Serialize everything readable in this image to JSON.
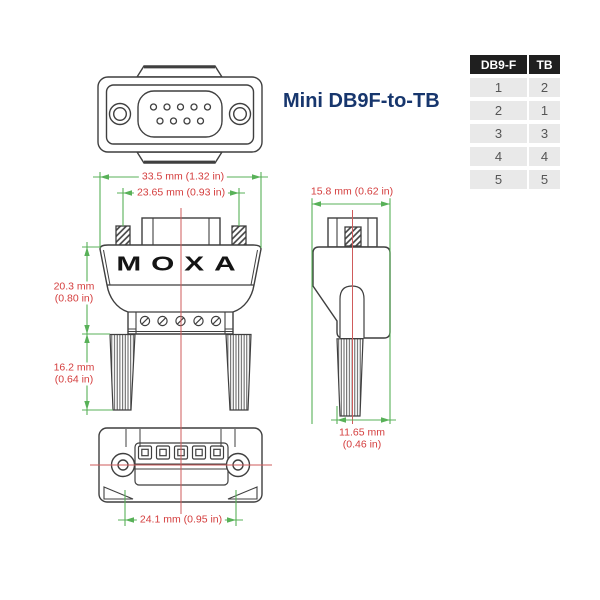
{
  "title": "Mini DB9F-to-TB",
  "logo": "MOXA",
  "pin_table": {
    "headers": [
      "DB9-F",
      "TB"
    ],
    "rows": [
      [
        "1",
        "2"
      ],
      [
        "2",
        "1"
      ],
      [
        "3",
        "3"
      ],
      [
        "4",
        "4"
      ],
      [
        "5",
        "5"
      ]
    ]
  },
  "dimensions": {
    "overall_width": "33.5 mm (1.32 in)",
    "connector_width": "23.65 mm (0.93 in)",
    "body_height_line1": "20.3 mm",
    "body_height_line2": "(0.80 in)",
    "wire_length_line1": "16.2 mm",
    "wire_length_line2": "(0.64 in)",
    "side_width": "15.8 mm (0.62 in)",
    "lower_depth_line1": "11.65 mm",
    "lower_depth_line2": "(0.46 in)",
    "bottom_width": "24.1 mm (0.95 in)"
  },
  "colors": {
    "dimension_line": "#58b158",
    "dimension_text": "#d43d3d",
    "centerline": "#cf5b5b",
    "drawing_line": "#3f3f3f",
    "title_text": "#17366d",
    "table_header_bg": "#1f1f1f",
    "table_row_bg": "#e9e9e9"
  }
}
